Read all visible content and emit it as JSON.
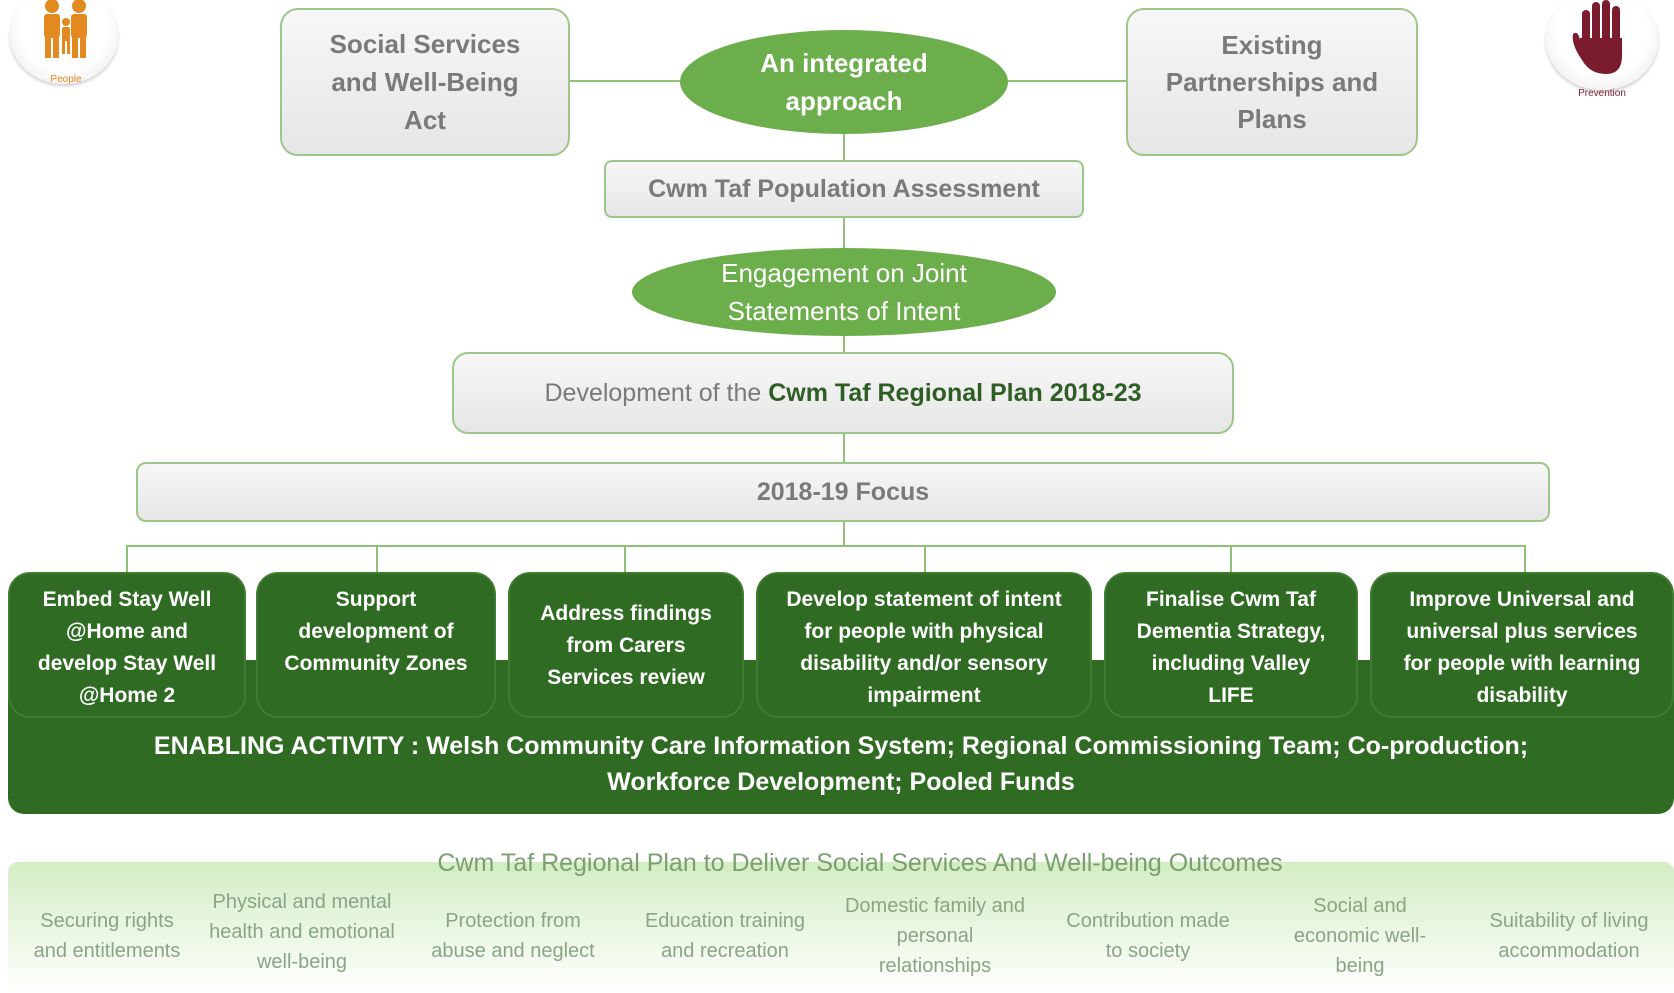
{
  "icons": {
    "people_label": "People",
    "prevention_label": "Prevention",
    "people_color": "#e2891f",
    "prevention_color": "#7b1c2e"
  },
  "top": {
    "left_box": "Social Services and Well-Being Act",
    "center_ellipse": "An integrated approach",
    "right_box": "Existing Partnerships and Plans"
  },
  "population_assessment": "Cwm Taf Population Assessment",
  "engagement": "Engagement on Joint Statements of Intent",
  "development": {
    "prefix": "Development of the ",
    "highlight": "Cwm Taf Regional Plan 2018-23"
  },
  "focus_title": "2018-19 Focus",
  "focus_items": [
    "Embed Stay Well @Home and develop Stay Well @Home 2",
    "Support development of Community Zones",
    "Address findings from Carers Services review",
    "Develop statement of intent for people with physical disability and/or sensory impairment",
    "Finalise Cwm Taf Dementia Strategy, including Valley LIFE",
    "Improve Universal and universal plus services for people with learning disability"
  ],
  "enabling": "ENABLING ACTIVITY : Welsh Community Care Information System; Regional Commissioning Team; Co-production; Workforce Development; Pooled Funds",
  "outcomes": {
    "title": "Cwm Taf Regional Plan to Deliver Social Services And Well-being Outcomes",
    "items": [
      "Securing rights and entitlements",
      "Physical and mental health and emotional well-being",
      "Protection from abuse and neglect",
      "Education training and recreation",
      "Domestic family and personal relationships",
      "Contribution made to society",
      "Social and economic well-being",
      "Suitability of living accommodation"
    ]
  },
  "colors": {
    "dark_green": "#2f6b22",
    "mid_green": "#6cae4c",
    "line_green": "#8fc07a"
  }
}
